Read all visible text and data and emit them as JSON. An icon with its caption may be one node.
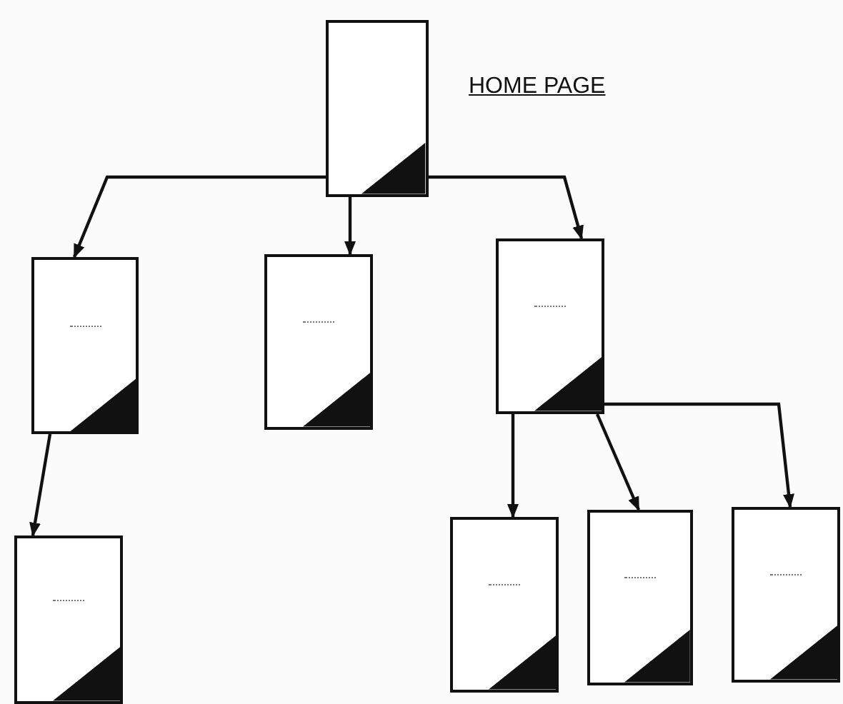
{
  "diagram": {
    "nodes": [
      {
        "text": [],
        "shape": "box",
        "beside": [
          "HOME PAGE"
        ]
      },
      {
        "text": [],
        "shape": "box"
      },
      {
        "text": [],
        "shape": "box"
      },
      {
        "text": [],
        "shape": "box"
      },
      {
        "text": [],
        "shape": "box"
      },
      {
        "text": [],
        "shape": "box"
      },
      {
        "text": [],
        "shape": "box"
      },
      {
        "text": [],
        "shape": "box"
      }
    ],
    "edges": [
      {
        "from": 0,
        "to": 1,
        "arrow": "to"
      },
      {
        "from": 0,
        "to": 2,
        "arrow": "to"
      },
      {
        "from": 0,
        "to": 3,
        "arrow": "to"
      },
      {
        "from": 1,
        "to": 4,
        "arrow": "to"
      },
      {
        "from": 3,
        "to": 5,
        "arrow": "to"
      },
      {
        "from": 3,
        "to": 6,
        "arrow": "to"
      },
      {
        "from": 3,
        "to": 7,
        "arrow": "to"
      }
    ]
  }
}
